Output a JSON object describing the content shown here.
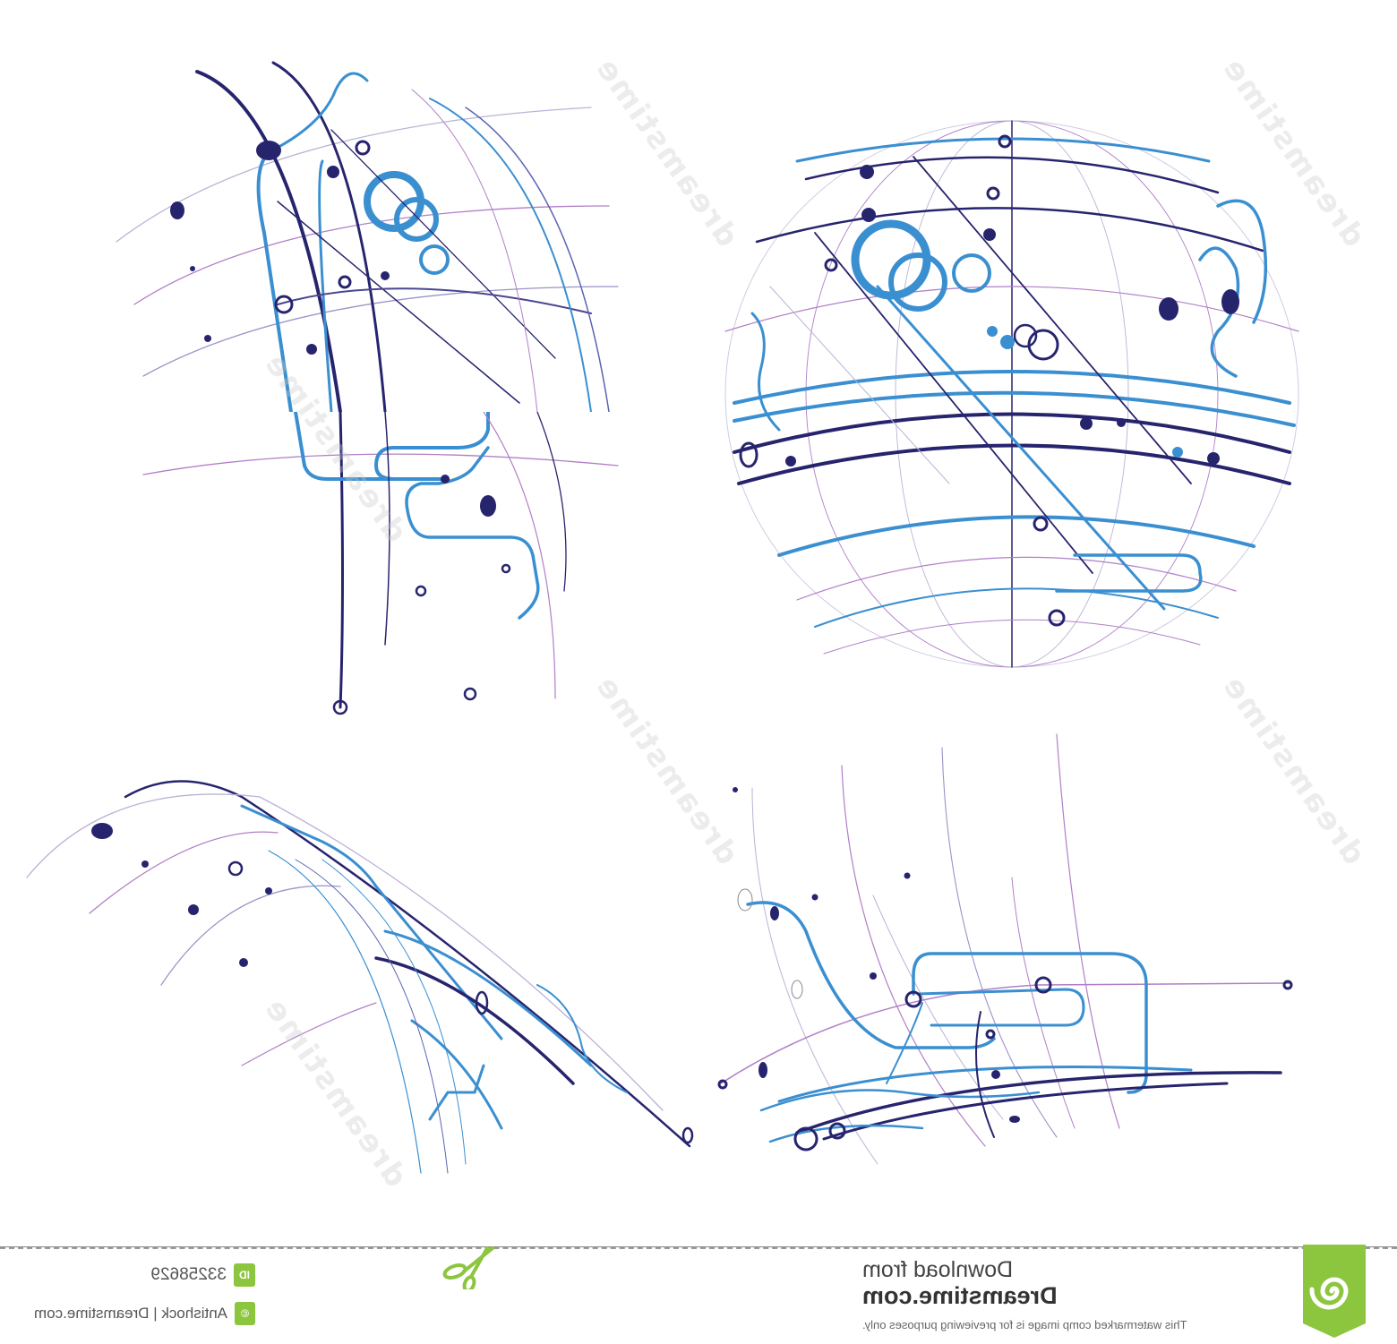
{
  "footer": {
    "download_title": "Download from",
    "brand": "Dreamstime.com",
    "note": "This watermarked comp image is for previewing purposes only.",
    "id_badge": "ID",
    "id_value": "33258629",
    "credit_icon": "©",
    "credit": "Antishock | Dreamstime.com",
    "logo_icon": "spiral-icon",
    "cut_icon": "scissors-icon",
    "badge_color": "#8cc63f"
  },
  "watermark": {
    "text": "dreamstime",
    "repeats": 6
  },
  "illustrations": [
    {
      "label": "partial-globe-left",
      "colors": [
        "#27246e",
        "#3a8fd1",
        "#9b5fb5"
      ]
    },
    {
      "label": "full-circuit-globe",
      "colors": [
        "#27246e",
        "#3a8fd1",
        "#9b5fb5"
      ]
    },
    {
      "label": "arc-wave-shape",
      "colors": [
        "#27246e",
        "#3a8fd1",
        "#9b5fb5"
      ]
    },
    {
      "label": "globe-bottom-curve",
      "colors": [
        "#27246e",
        "#3a8fd1",
        "#9b5fb5"
      ]
    }
  ]
}
